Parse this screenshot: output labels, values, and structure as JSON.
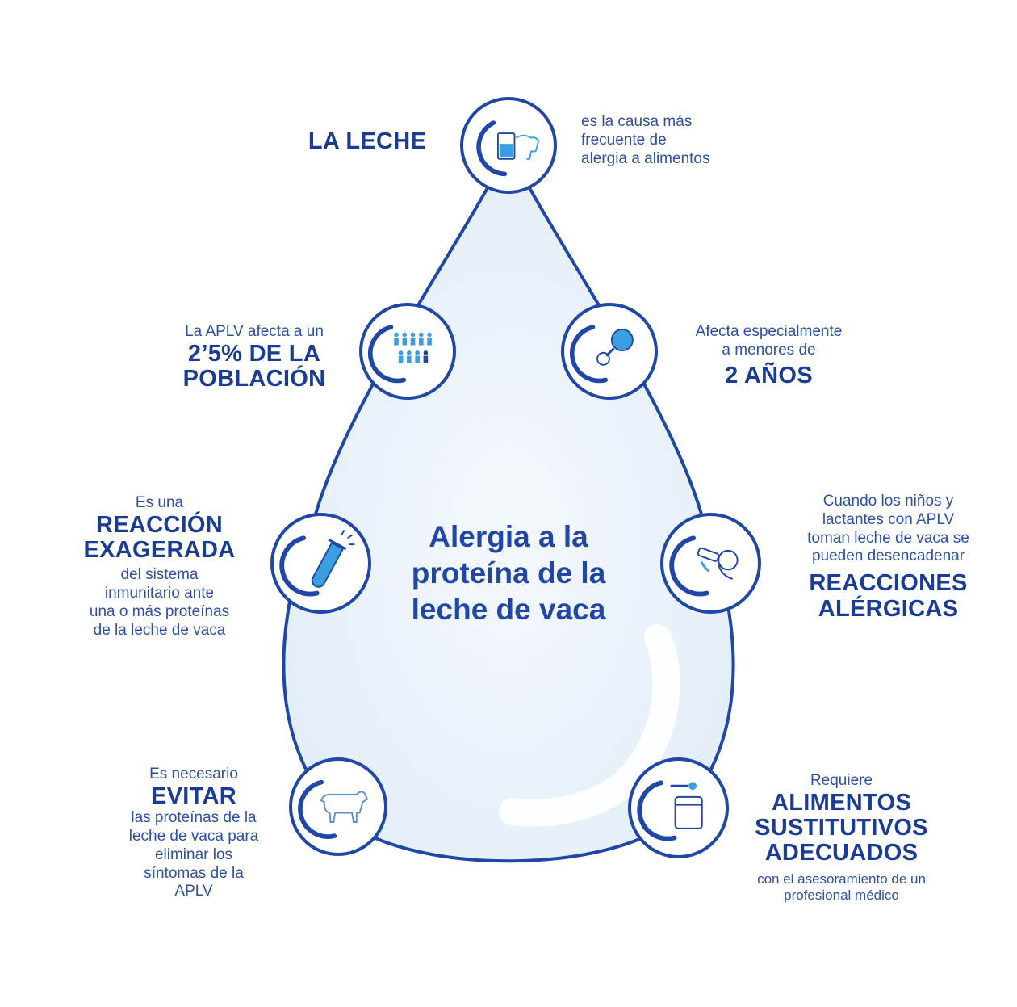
{
  "center_title": "Alergia a la proteína de la leche de vaca",
  "colors": {
    "primary": "#1f47a8",
    "accent": "#3a9ee0",
    "drop_fill": "#edf4fa"
  },
  "nodes": [
    {
      "id": "leche",
      "icon": "milk-glass-cow-icon",
      "title": "LA LECHE",
      "lines": [
        "es la causa más",
        "frecuente de",
        "alergia a alimentos"
      ]
    },
    {
      "id": "poblacion",
      "icon": "people-group-icon",
      "pre": "La APLV afecta a un",
      "title_lines": [
        "2’5% DE LA",
        "POBLACIÓN"
      ]
    },
    {
      "id": "menores",
      "icon": "pacifier-icon",
      "pre_lines": [
        "Afecta especialmente",
        "a menores de"
      ],
      "title": "2 AÑOS"
    },
    {
      "id": "reaccion",
      "icon": "test-tube-icon",
      "pre": "Es una",
      "title_lines": [
        "REACCIÓN",
        "EXAGERADA"
      ],
      "lines": [
        "del sistema",
        "inmunitario ante",
        "una o más proteínas",
        "de la leche de vaca"
      ]
    },
    {
      "id": "reacciones",
      "icon": "baby-bottle-icon",
      "pre_lines": [
        "Cuando los niños y",
        "lactantes con APLV",
        "toman leche de vaca se",
        "pueden desencadenar"
      ],
      "title_lines": [
        "REACCIONES",
        "ALÉRGICAS"
      ]
    },
    {
      "id": "evitar",
      "icon": "cow-icon",
      "pre": "Es necesario",
      "title": "EVITAR",
      "lines": [
        "las proteínas de la",
        "leche de vaca para",
        "eliminar los",
        "síntomas de la",
        "APLV"
      ]
    },
    {
      "id": "alimentos",
      "icon": "formula-can-scoop-icon",
      "pre": "Requiere",
      "title_lines": [
        "ALIMENTOS",
        "SUSTITUTIVOS",
        "ADECUADOS"
      ],
      "lines": [
        "con el asesoramiento de un",
        "profesional médico"
      ]
    }
  ]
}
